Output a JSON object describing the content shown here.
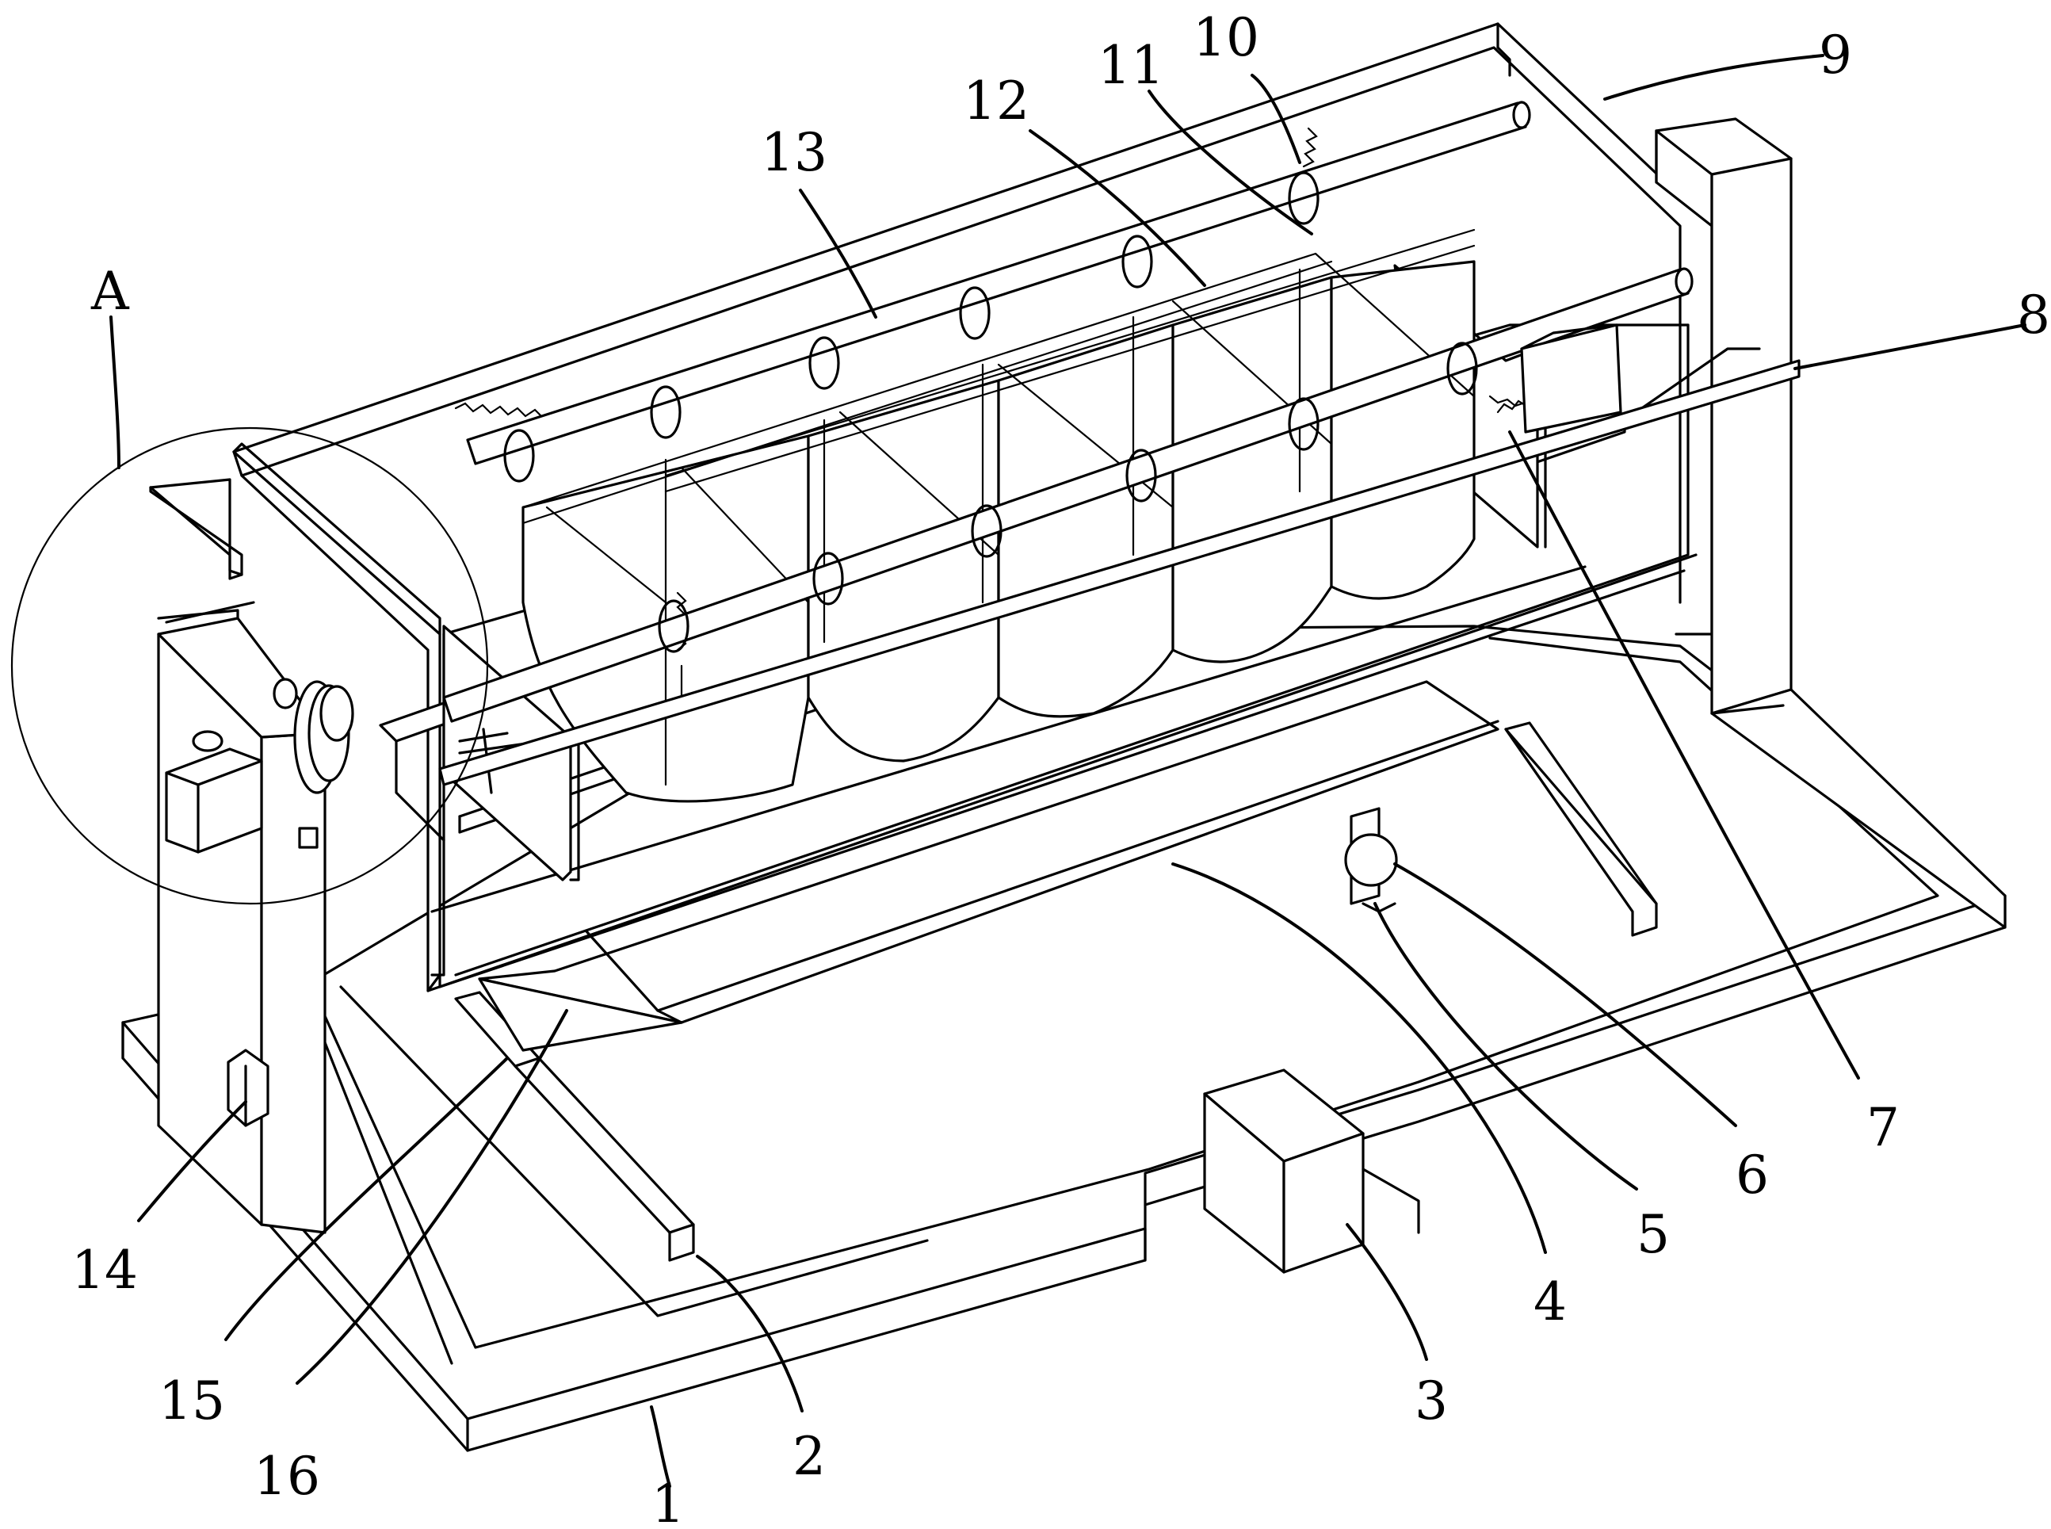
{
  "figure": {
    "detail_marker": "A",
    "callouts": [
      {
        "id": "c1",
        "text": "1"
      },
      {
        "id": "c2",
        "text": "2"
      },
      {
        "id": "c3",
        "text": "3"
      },
      {
        "id": "c4",
        "text": "4"
      },
      {
        "id": "c5",
        "text": "5"
      },
      {
        "id": "c6",
        "text": "6"
      },
      {
        "id": "c7",
        "text": "7"
      },
      {
        "id": "c8",
        "text": "8"
      },
      {
        "id": "c9",
        "text": "9"
      },
      {
        "id": "c10",
        "text": "10"
      },
      {
        "id": "c11",
        "text": "11"
      },
      {
        "id": "c12",
        "text": "12"
      },
      {
        "id": "c13",
        "text": "13"
      },
      {
        "id": "c14",
        "text": "14"
      },
      {
        "id": "c15",
        "text": "15"
      },
      {
        "id": "c16",
        "text": "16"
      }
    ]
  },
  "colors": {
    "line": "#000000",
    "background": "#ffffff"
  }
}
